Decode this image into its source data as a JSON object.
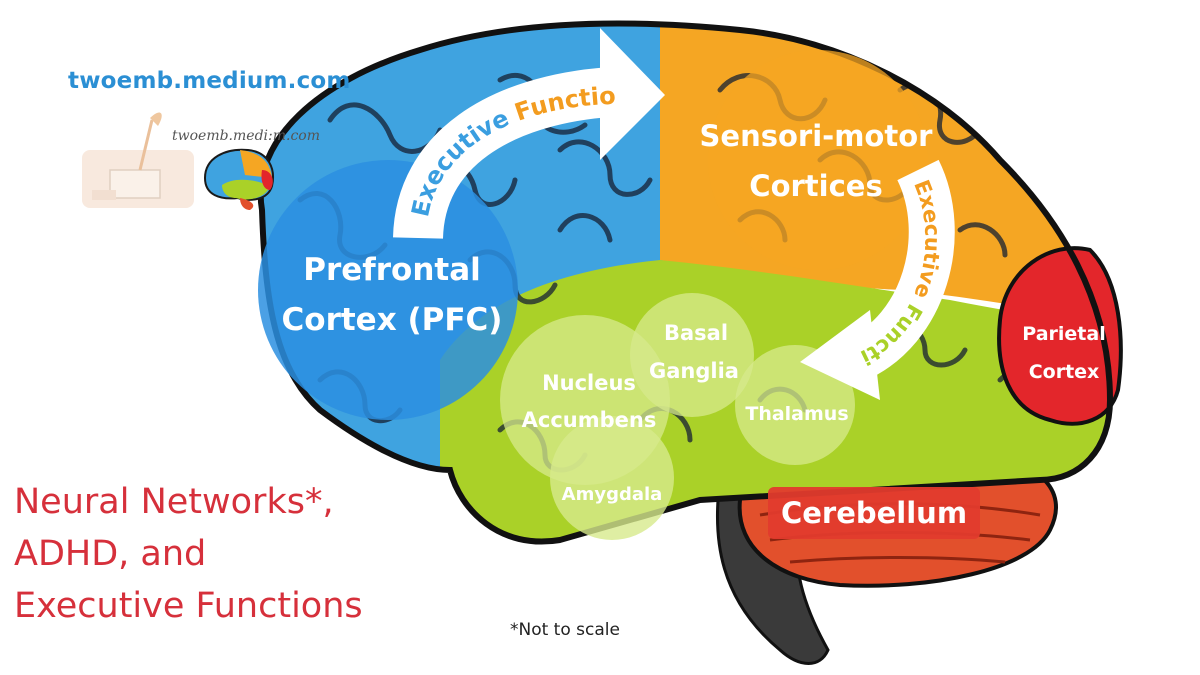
{
  "site": "twoemb.medium.com",
  "logo_text": "twoemb.medi:m.com",
  "title_lines": [
    "Neural Networks*,",
    "ADHD, and",
    "Executive Functions"
  ],
  "footnote": "*Not to scale",
  "regions": {
    "pfc": [
      "Prefrontal",
      "Cortex (PFC)"
    ],
    "sensorimotor": [
      "Sensori-motor",
      "Cortices"
    ],
    "parietal": [
      "Parietal",
      "Cortex"
    ],
    "cerebellum": "Cerebellum",
    "basal_ganglia": [
      "Basal",
      "Ganglia"
    ],
    "nucleus_accumbens": [
      "Nucleus",
      "Accumbens"
    ],
    "thalamus": "Thalamus",
    "amygdala": "Amygdala"
  },
  "arrows": {
    "top": {
      "word1": "Executive",
      "word2": "Function"
    },
    "right": {
      "word1": "Executive",
      "word2": "Function"
    }
  },
  "colors": {
    "frontal": "#3fa3e0",
    "sensorimotor": "#f5a623",
    "limbic": "#aad128",
    "parietal": "#e3262b",
    "cerebellum": "#e2502c",
    "title": "#d6303b",
    "site": "#2b8fd4",
    "arrow_blue_text": "#3a9ee0",
    "arrow_orange_text": "#f39c1f"
  }
}
